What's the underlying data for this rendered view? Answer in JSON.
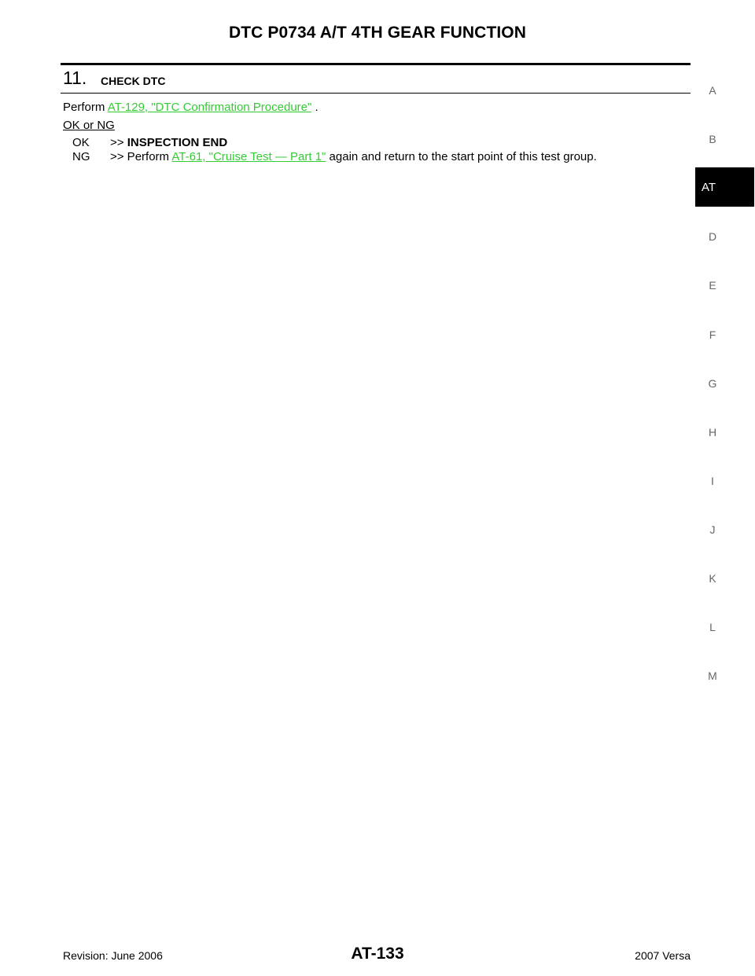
{
  "header": {
    "title": "DTC P0734 A/T 4TH GEAR FUNCTION"
  },
  "step": {
    "number": "11.",
    "title": "CHECK DTC"
  },
  "perform_line": {
    "prefix": "Perform",
    "link": "AT-129, \"DTC Confirmation Procedure\"",
    "suffix": "."
  },
  "ok_or_ng": "OK or NG",
  "results": [
    {
      "code": "OK",
      "arrow": ">>",
      "text": "INSPECTION END"
    },
    {
      "code": "NG",
      "arrow": ">> Perform",
      "link": "AT-61, \"Cruise Test — Part 1\"",
      "suffix": "again and return to the start point of this test group."
    }
  ],
  "side_index": {
    "letters": [
      "A",
      "B",
      "D",
      "E",
      "F",
      "G",
      "H",
      "I",
      "J",
      "K",
      "L",
      "M"
    ],
    "active": "AT"
  },
  "footer": {
    "revision": "Revision: June 2006",
    "page": "AT-133",
    "model": "2007 Versa"
  }
}
